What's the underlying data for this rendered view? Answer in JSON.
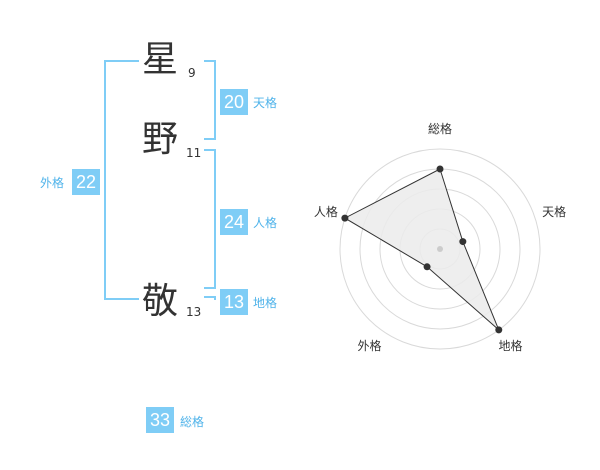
{
  "name": {
    "surname": [
      {
        "char": "星",
        "strokes": "9"
      },
      {
        "char": "野",
        "strokes": "11"
      }
    ],
    "given": [
      {
        "char": "敬",
        "strokes": "13"
      }
    ]
  },
  "kaku": {
    "tenkaku": {
      "value": "20",
      "label": "天格"
    },
    "jinkaku": {
      "value": "24",
      "label": "人格"
    },
    "chikaku": {
      "value": "13",
      "label": "地格"
    },
    "gaikaku": {
      "value": "22",
      "label": "外格"
    },
    "soukaku": {
      "value": "33",
      "label": "総格"
    }
  },
  "colors": {
    "accent": "#7fcdf6",
    "label": "#4fb3ea",
    "text": "#333333"
  },
  "chart_data": {
    "type": "radar",
    "axes": [
      "総格",
      "天格",
      "地格",
      "外格",
      "人格"
    ],
    "levels": 5,
    "max": 5,
    "values": [
      4.0,
      1.2,
      5.0,
      1.1,
      5.0
    ]
  }
}
